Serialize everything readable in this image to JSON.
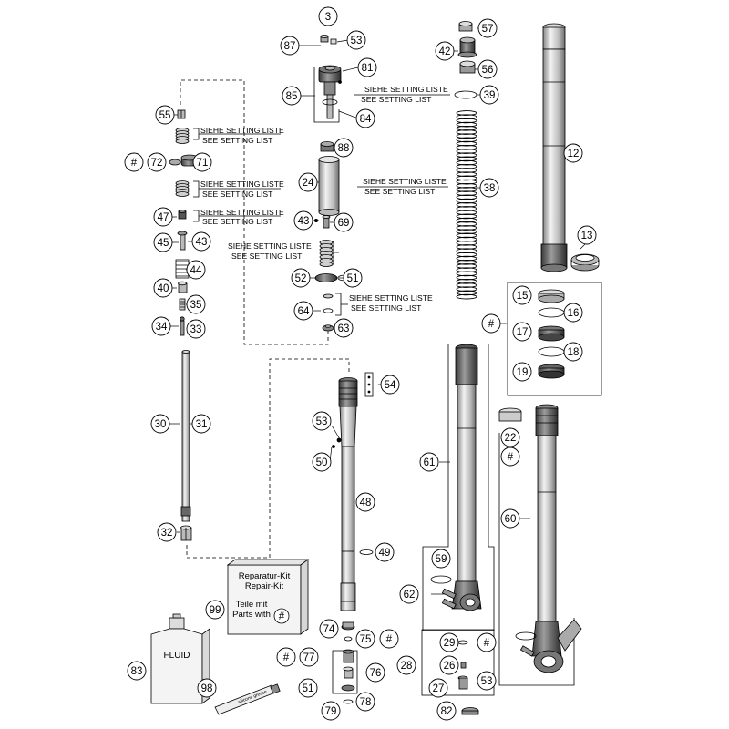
{
  "callouts": [
    {
      "id": "c3",
      "label": "3"
    },
    {
      "id": "c87",
      "label": "87"
    },
    {
      "id": "c53a",
      "label": "53"
    },
    {
      "id": "c81",
      "label": "81"
    },
    {
      "id": "c85",
      "label": "85"
    },
    {
      "id": "c84",
      "label": "84"
    },
    {
      "id": "c88",
      "label": "88"
    },
    {
      "id": "c24",
      "label": "24"
    },
    {
      "id": "c43a",
      "label": "43"
    },
    {
      "id": "c69",
      "label": "69"
    },
    {
      "id": "c52",
      "label": "52"
    },
    {
      "id": "c51a",
      "label": "51"
    },
    {
      "id": "c64",
      "label": "64"
    },
    {
      "id": "c63",
      "label": "63"
    },
    {
      "id": "c55",
      "label": "55"
    },
    {
      "id": "chash1",
      "label": "#"
    },
    {
      "id": "c72",
      "label": "72"
    },
    {
      "id": "c71",
      "label": "71"
    },
    {
      "id": "c47",
      "label": "47"
    },
    {
      "id": "c45",
      "label": "45"
    },
    {
      "id": "c43b",
      "label": "43"
    },
    {
      "id": "c44",
      "label": "44"
    },
    {
      "id": "c40",
      "label": "40"
    },
    {
      "id": "c35",
      "label": "35"
    },
    {
      "id": "c34",
      "label": "34"
    },
    {
      "id": "c33",
      "label": "33"
    },
    {
      "id": "c30",
      "label": "30"
    },
    {
      "id": "c31",
      "label": "31"
    },
    {
      "id": "c32",
      "label": "32"
    },
    {
      "id": "c57",
      "label": "57"
    },
    {
      "id": "c42",
      "label": "42"
    },
    {
      "id": "c56",
      "label": "56"
    },
    {
      "id": "c39",
      "label": "39"
    },
    {
      "id": "c38",
      "label": "38"
    },
    {
      "id": "c12",
      "label": "12"
    },
    {
      "id": "c13",
      "label": "13"
    },
    {
      "id": "chash2",
      "label": "#"
    },
    {
      "id": "c15",
      "label": "15"
    },
    {
      "id": "c16",
      "label": "16"
    },
    {
      "id": "c17",
      "label": "17"
    },
    {
      "id": "c18",
      "label": "18"
    },
    {
      "id": "c19",
      "label": "19"
    },
    {
      "id": "c54",
      "label": "54"
    },
    {
      "id": "c53b",
      "label": "53"
    },
    {
      "id": "c50",
      "label": "50"
    },
    {
      "id": "c48",
      "label": "48"
    },
    {
      "id": "c49",
      "label": "49"
    },
    {
      "id": "c61",
      "label": "61"
    },
    {
      "id": "c59",
      "label": "59"
    },
    {
      "id": "c62",
      "label": "62"
    },
    {
      "id": "c22",
      "label": "22"
    },
    {
      "id": "chash3",
      "label": "#"
    },
    {
      "id": "c60",
      "label": "60"
    },
    {
      "id": "c99",
      "label": "99"
    },
    {
      "id": "c83",
      "label": "83"
    },
    {
      "id": "c74",
      "label": "74"
    },
    {
      "id": "c75",
      "label": "75"
    },
    {
      "id": "chash4",
      "label": "#"
    },
    {
      "id": "chash5",
      "label": "#"
    },
    {
      "id": "c77",
      "label": "77"
    },
    {
      "id": "c76",
      "label": "76"
    },
    {
      "id": "c51b",
      "label": "51"
    },
    {
      "id": "c79",
      "label": "79"
    },
    {
      "id": "c78",
      "label": "78"
    },
    {
      "id": "c98",
      "label": "98"
    },
    {
      "id": "c28",
      "label": "28"
    },
    {
      "id": "c29",
      "label": "29"
    },
    {
      "id": "chash6",
      "label": "#"
    },
    {
      "id": "c26",
      "label": "26"
    },
    {
      "id": "c27",
      "label": "27"
    },
    {
      "id": "c53c",
      "label": "53"
    },
    {
      "id": "c82",
      "label": "82"
    }
  ],
  "setting_notes": {
    "de": "SIEHE SETTING LISTE",
    "en": "SEE SETTING LIST"
  },
  "repair_kit": {
    "title_de": "Reparatur-Kit",
    "title_en": "Repair-Kit",
    "line1": "Teile mit",
    "line2": "Parts with",
    "symbol": "#"
  },
  "fluid_label": "FLUID",
  "grease_label": "silicone grease",
  "colors": {
    "line": "#000000",
    "shade": "#9a9a9a",
    "dark": "#4a4a4a",
    "light": "#d8d8d8"
  }
}
